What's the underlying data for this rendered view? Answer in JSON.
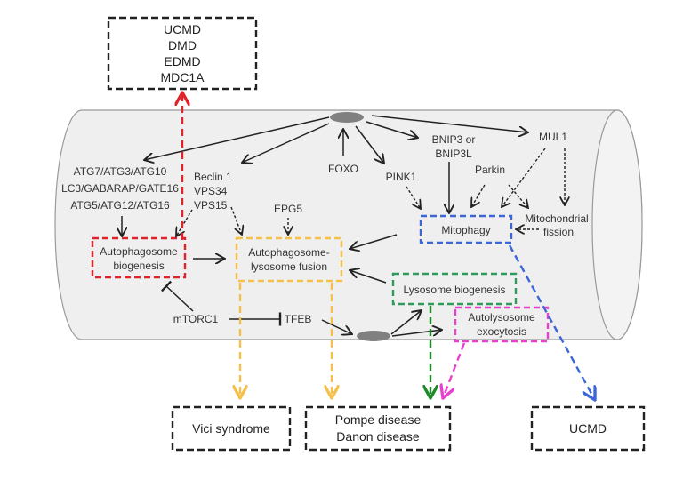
{
  "diseases": {
    "top": [
      "UCMD",
      "DMD",
      "EDMD",
      "MDC1A"
    ],
    "vici": "Vici syndrome",
    "pompe_danon": [
      "Pompe disease",
      "Danon disease"
    ],
    "ucmd": "UCMD"
  },
  "regulators": {
    "atg_lines": [
      "ATG7/ATG3/ATG10",
      "LC3/GABARAP/GATE16",
      "ATG5/ATG12/ATG16"
    ],
    "beclin_lines": [
      "Beclin 1",
      "VPS34",
      "VPS15"
    ],
    "foxo": "FOXO",
    "pink1": "PINK1",
    "bnip_lines": [
      "BNIP3 or",
      "BNIP3L"
    ],
    "mul1": "MUL1",
    "parkin": "Parkin",
    "epg5": "EPG5",
    "mtorc1": "mTORC1",
    "tfeb": "TFEB",
    "mito_fission_lines": [
      "Mitochondrial",
      "fission"
    ]
  },
  "processes": {
    "autophagosome_biogenesis": [
      "Autophagosome",
      "biogenesis"
    ],
    "fusion": [
      "Autophagosome-",
      "lysosome fusion"
    ],
    "mitophagy": "Mitophagy",
    "lysosome_biogenesis": "Lysosome biogenesis",
    "exocytosis": [
      "Autolysosome",
      "exocytosis"
    ]
  },
  "colors": {
    "red": "#e0232b",
    "orange": "#f5c04a",
    "blue": "#3a66d6",
    "green": "#2f9a5a",
    "dark_green": "#1d8a2a",
    "magenta": "#e83fcf",
    "black": "#222222",
    "cylinder_fill": "#efefef",
    "cylinder_stroke": "#9a9a9a"
  }
}
